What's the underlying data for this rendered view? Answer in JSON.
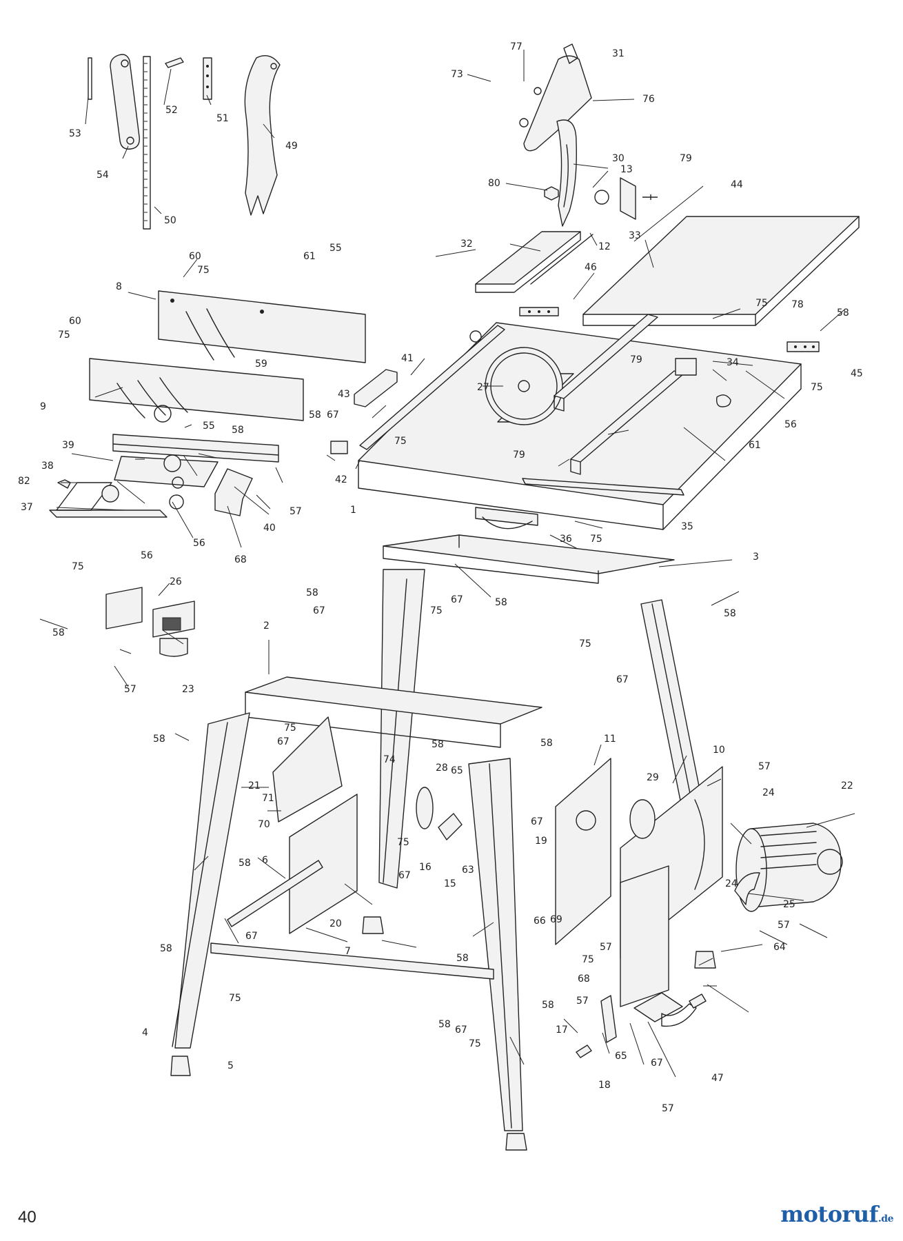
{
  "page_number": "40",
  "brand": {
    "name": "motoruf",
    "suffix": ".de",
    "color_primary": "#1f5fa8",
    "color_accent": "#f08a00"
  },
  "callouts": [
    "1",
    "2",
    "3",
    "4",
    "5",
    "6",
    "7",
    "8",
    "9",
    "10",
    "11",
    "12",
    "13",
    "15",
    "16",
    "17",
    "18",
    "19",
    "20",
    "21",
    "22",
    "23",
    "24",
    "25",
    "26",
    "27",
    "28",
    "29",
    "30",
    "31",
    "32",
    "33",
    "34",
    "35",
    "36",
    "37",
    "38",
    "39",
    "40",
    "41",
    "42",
    "43",
    "44",
    "45",
    "46",
    "47",
    "49",
    "50",
    "51",
    "52",
    "53",
    "54",
    "55",
    "56",
    "57",
    "58",
    "59",
    "60",
    "61",
    "63",
    "64",
    "65",
    "66",
    "67",
    "68",
    "69",
    "70",
    "71",
    "73",
    "74",
    "75",
    "76",
    "77",
    "78",
    "79",
    "80",
    "82"
  ]
}
